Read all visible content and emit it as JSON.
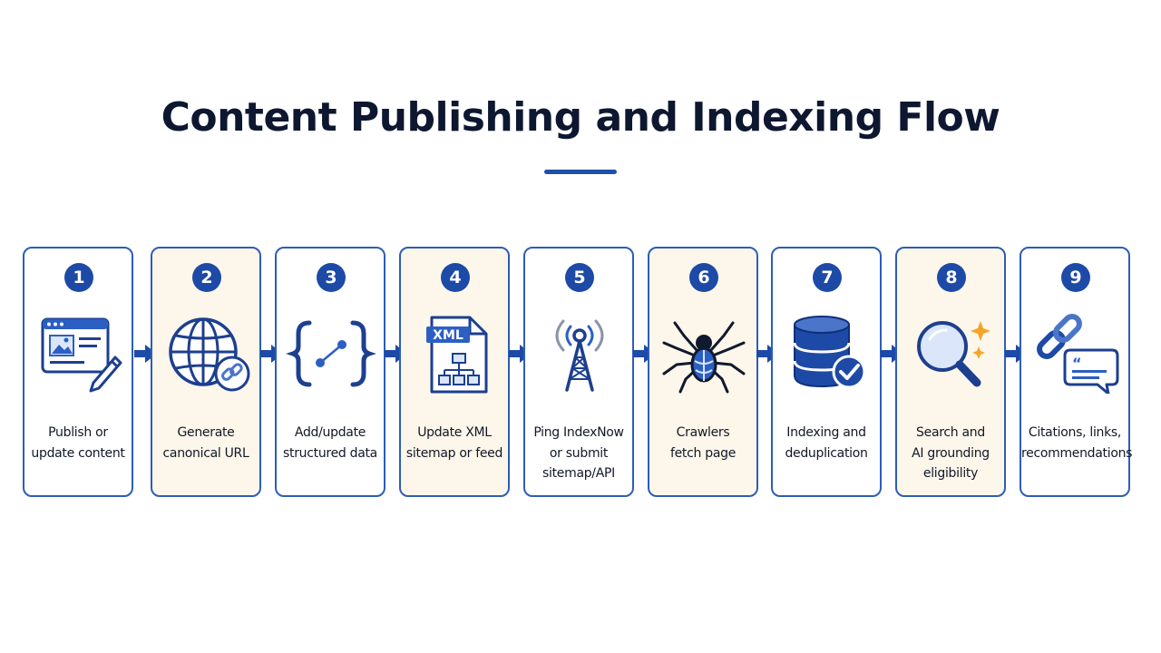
{
  "title": "Content Publishing and Indexing Flow",
  "colors": {
    "accent": "#1d4aa6",
    "card_alt": "#fdf6ea",
    "spark": "#f5a524"
  },
  "steps": [
    {
      "number": "1",
      "line1": "Publish or",
      "line2": "update content",
      "line3": "",
      "icon": "browser-edit-icon"
    },
    {
      "number": "2",
      "line1": "Generate",
      "line2": "canonical URL",
      "line3": "",
      "icon": "globe-link-icon"
    },
    {
      "number": "3",
      "line1": "Add/update",
      "line2": "structured data",
      "line3": "",
      "icon": "code-braces-icon"
    },
    {
      "number": "4",
      "line1": "Update XML",
      "line2": "sitemap or feed",
      "line3": "",
      "icon": "xml-sitemap-icon",
      "icon_text": "XML"
    },
    {
      "number": "5",
      "line1": "Ping IndexNow",
      "line2": "or submit",
      "line3": "sitemap/API",
      "icon": "broadcast-tower-icon"
    },
    {
      "number": "6",
      "line1": "Crawlers",
      "line2": "fetch page",
      "line3": "",
      "icon": "spider-icon"
    },
    {
      "number": "7",
      "line1": "Indexing and",
      "line2": "deduplication",
      "line3": "",
      "icon": "database-check-icon"
    },
    {
      "number": "8",
      "line1": "Search and",
      "line2": "AI grounding",
      "line3": "eligibility",
      "icon": "magnifier-sparkle-icon"
    },
    {
      "number": "9",
      "line1": "Citations, links,",
      "line2": "recommendations",
      "line3": "",
      "icon": "link-chat-icon"
    }
  ]
}
